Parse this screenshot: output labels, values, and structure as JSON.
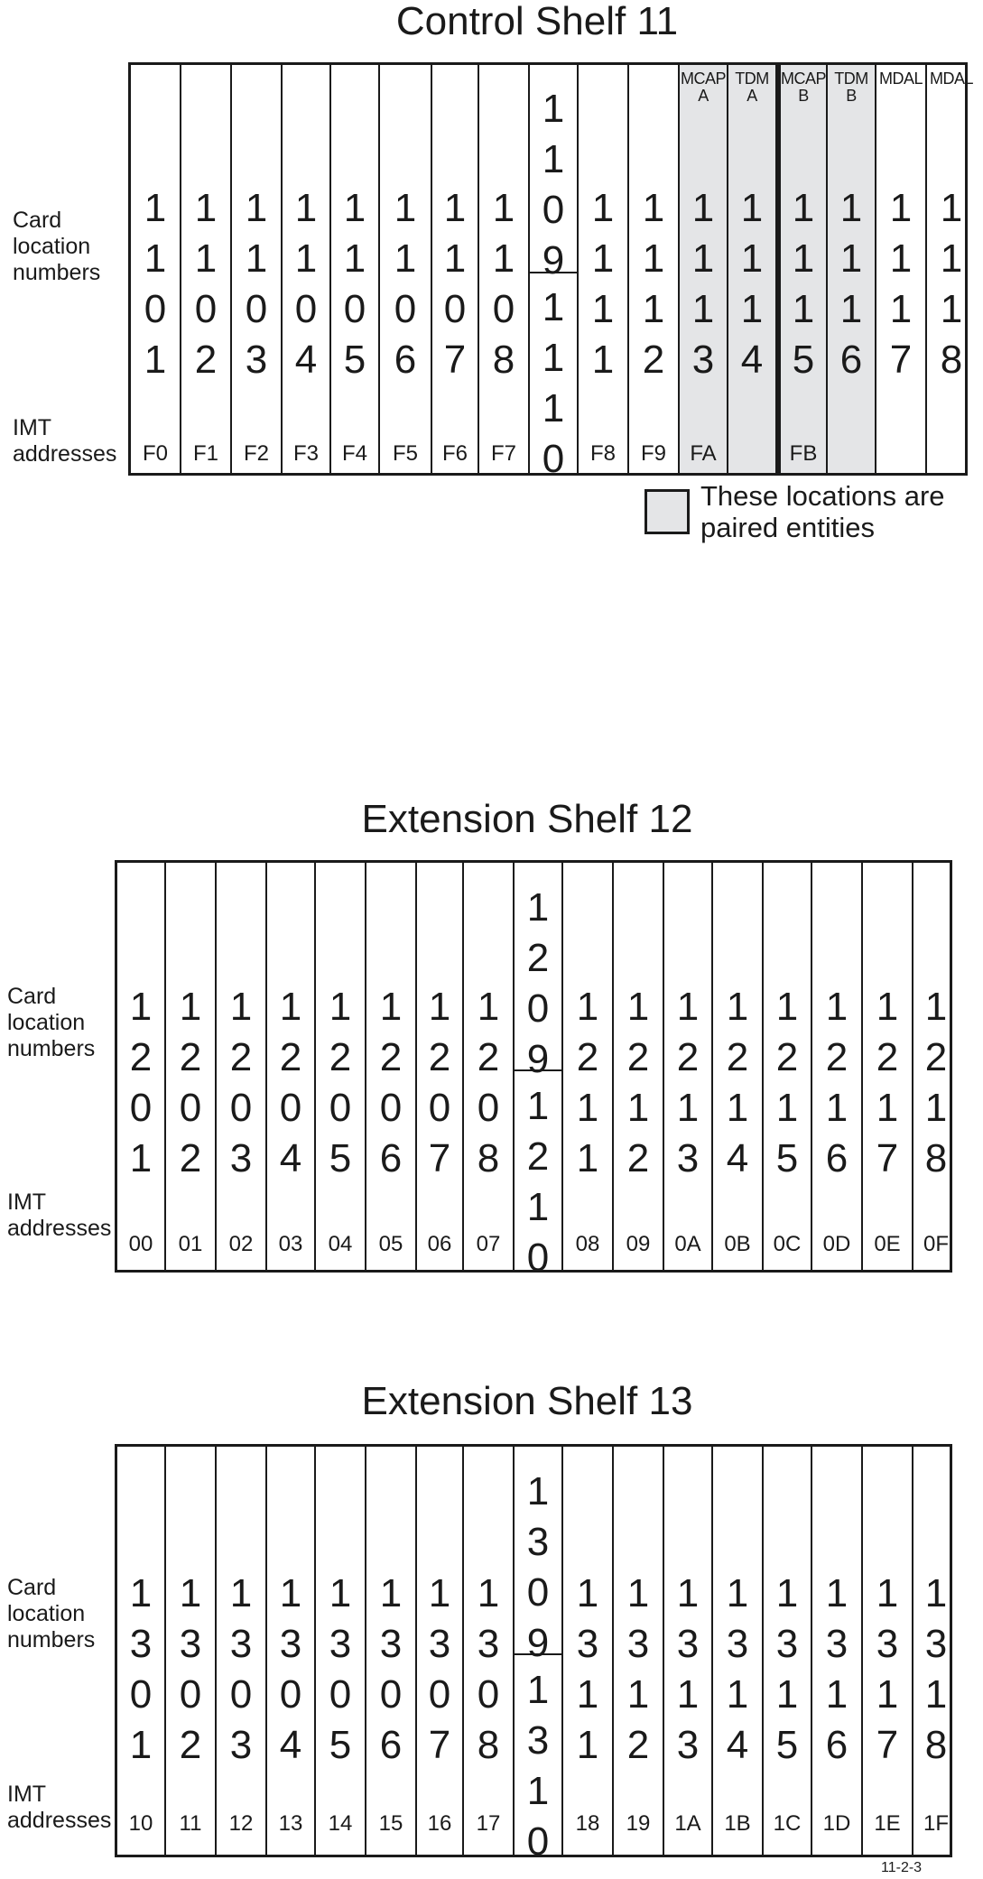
{
  "side_labels": {
    "card_location": "Card\nlocation\nnumbers",
    "imt_addresses": "IMT\naddresses"
  },
  "shelves": [
    {
      "title": "Control Shelf 11",
      "slots": [
        {
          "number": "1101",
          "address": "F0"
        },
        {
          "number": "1102",
          "address": "F1"
        },
        {
          "number": "1103",
          "address": "F2"
        },
        {
          "number": "1104",
          "address": "F3"
        },
        {
          "number": "1105",
          "address": "F4"
        },
        {
          "number": "1106",
          "address": "F5"
        },
        {
          "number": "1107",
          "address": "F6"
        },
        {
          "number": "1108",
          "address": "F7"
        },
        {
          "split": true,
          "number_top": "1109",
          "number_bottom": "1110"
        },
        {
          "number": "1111",
          "address": "F8"
        },
        {
          "number": "1112",
          "address": "F9"
        },
        {
          "number": "1113",
          "address": "FA",
          "header": "MCAP\nA",
          "shaded": true
        },
        {
          "number": "1114",
          "address": "",
          "header": "TDM\nA",
          "shaded": true
        },
        {
          "number": "1115",
          "address": "FB",
          "header": "MCAP\nB",
          "shaded": true
        },
        {
          "number": "1116",
          "address": "",
          "header": "TDM\nB",
          "shaded": true
        },
        {
          "number": "1117",
          "address": "",
          "header": "MDAL"
        },
        {
          "number": "1118",
          "address": "",
          "header": "MDAL"
        }
      ]
    },
    {
      "title": "Extension Shelf 12",
      "slots": [
        {
          "number": "1201",
          "address": "00"
        },
        {
          "number": "1202",
          "address": "01"
        },
        {
          "number": "1203",
          "address": "02"
        },
        {
          "number": "1204",
          "address": "03"
        },
        {
          "number": "1205",
          "address": "04"
        },
        {
          "number": "1206",
          "address": "05"
        },
        {
          "number": "1207",
          "address": "06"
        },
        {
          "number": "1208",
          "address": "07"
        },
        {
          "split": true,
          "number_top": "1209",
          "number_bottom": "1210"
        },
        {
          "number": "1211",
          "address": "08"
        },
        {
          "number": "1212",
          "address": "09"
        },
        {
          "number": "1213",
          "address": "0A"
        },
        {
          "number": "1214",
          "address": "0B"
        },
        {
          "number": "1215",
          "address": "0C"
        },
        {
          "number": "1216",
          "address": "0D"
        },
        {
          "number": "1217",
          "address": "0E"
        },
        {
          "number": "1218",
          "address": "0F"
        }
      ]
    },
    {
      "title": "Extension Shelf 13",
      "slots": [
        {
          "number": "1301",
          "address": "10"
        },
        {
          "number": "1302",
          "address": "11"
        },
        {
          "number": "1303",
          "address": "12"
        },
        {
          "number": "1304",
          "address": "13"
        },
        {
          "number": "1305",
          "address": "14"
        },
        {
          "number": "1306",
          "address": "15"
        },
        {
          "number": "1307",
          "address": "16"
        },
        {
          "number": "1308",
          "address": "17"
        },
        {
          "split": true,
          "number_top": "1309",
          "number_bottom": "1310"
        },
        {
          "number": "1311",
          "address": "18"
        },
        {
          "number": "1312",
          "address": "19"
        },
        {
          "number": "1313",
          "address": "1A"
        },
        {
          "number": "1314",
          "address": "1B"
        },
        {
          "number": "1315",
          "address": "1C"
        },
        {
          "number": "1316",
          "address": "1D"
        },
        {
          "number": "1317",
          "address": "1E"
        },
        {
          "number": "1318",
          "address": "1F"
        }
      ]
    }
  ],
  "legend": {
    "text": "These locations are\npaired entities"
  },
  "figure_id": "11-2-3"
}
